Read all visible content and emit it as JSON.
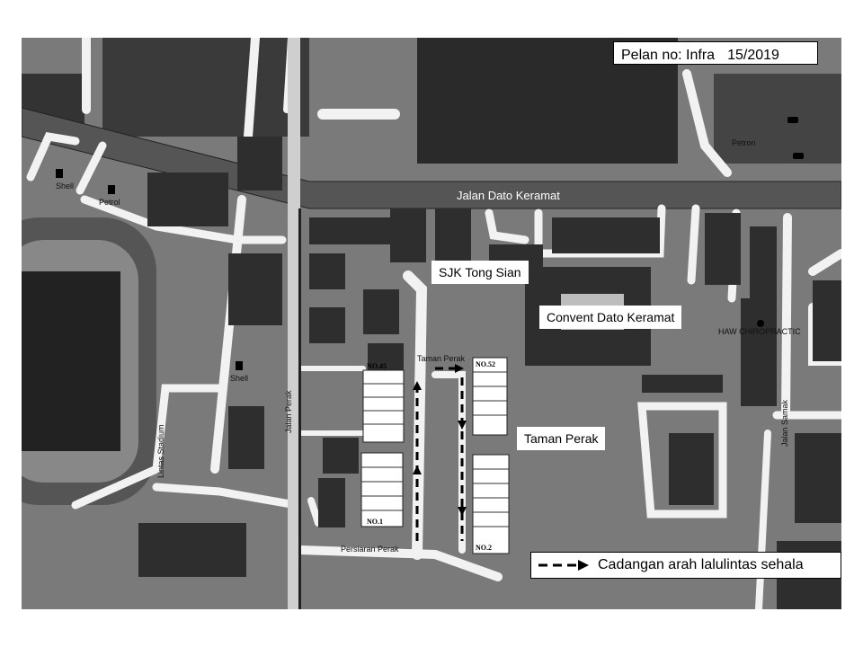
{
  "plan_number": {
    "prefix": "Pelan no: Infra",
    "code": "15/2019"
  },
  "labels": {
    "main_road": "Jalan Dato Keramat",
    "school": "SJK Tong Sian",
    "convent": "Convent Dato Keramat",
    "taman": "Taman Perak"
  },
  "legend": {
    "text": "Cadangan arah lalulintas sehala"
  },
  "road_labels": {
    "jalan_perak": "Jalan Perak",
    "jalan_samak": "Jalan Samak",
    "lintas_stadium": "Lintas Stadium",
    "persiaran_perak": "Persiaran Perak",
    "taman_perak_road": "Taman Perak",
    "petrol": "Petrol",
    "shell_top": "Shell",
    "shell_mid": "Shell",
    "petron_right": "Petron",
    "chiropractic": "HAW CHIROPRACTIC"
  },
  "lot_tags": {
    "no45": "NO.45",
    "no52": "NO.52",
    "no1": "NO.1",
    "no2": "NO.2"
  },
  "colors": {
    "map_base": "#7a7a7a",
    "road": "#f2f2f2",
    "main_road": "#555555",
    "building": "#2e2e2e",
    "label_bg": "#ffffff"
  }
}
